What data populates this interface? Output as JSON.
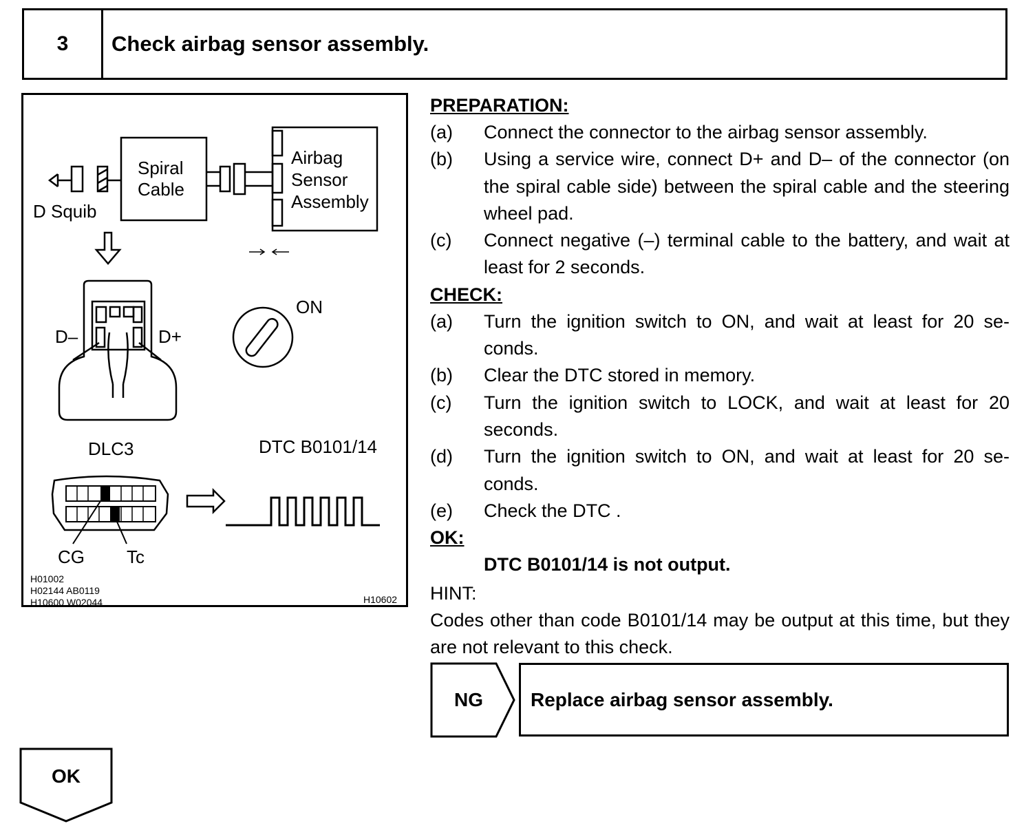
{
  "step": {
    "number": "3",
    "title": "Check airbag sensor assembly."
  },
  "figure": {
    "labels": {
      "d_squib": "D Squib",
      "spiral_line1": "Spiral",
      "spiral_line2": "Cable",
      "airbag_line1": "Airbag",
      "airbag_line2": "Sensor",
      "airbag_line3": "Assembly",
      "d_minus": "D–",
      "d_plus": "D+",
      "on": "ON",
      "dlc3": "DLC3",
      "dtc": "DTC B0101/14",
      "cg": "CG",
      "tc": "Tc",
      "code1": "H01002",
      "code2": "H02144  AB0119",
      "code3": "H10600  W02044",
      "code_right": "H10602"
    }
  },
  "preparation": {
    "heading": "PREPARATION:",
    "items": [
      {
        "mark": "(a)",
        "text": "Connect the connector to the airbag sensor assembly."
      },
      {
        "mark": "(b)",
        "text": "Using a service wire, connect D+ and D– of the connector (on the spiral cable side) between the spiral cable and the steering wheel pad."
      },
      {
        "mark": "(c)",
        "text": "Connect negative (–) terminal cable to the battery, and wait at least for 2 seconds."
      }
    ]
  },
  "check": {
    "heading": "CHECK:",
    "items": [
      {
        "mark": "(a)",
        "text": "Turn the ignition switch to ON, and wait at least for 20 se-conds."
      },
      {
        "mark": "(b)",
        "text": "Clear the DTC stored in memory."
      },
      {
        "mark": "(c)",
        "text": "Turn the ignition switch to LOCK, and wait at least for 20 seconds."
      },
      {
        "mark": "(d)",
        "text": "Turn the ignition switch to ON, and wait at least for 20 se-conds."
      },
      {
        "mark": "(e)",
        "text": "Check the DTC ."
      }
    ]
  },
  "ok": {
    "heading": "OK:",
    "result": "DTC B0101/14 is not output."
  },
  "hint": {
    "label": "HINT:",
    "text": "Codes other than code B0101/14 may be output at this time, but they are not relevant to this check."
  },
  "ng": {
    "label": "NG",
    "action": "Replace airbag sensor assembly."
  },
  "ok_branch": {
    "label": "OK"
  }
}
